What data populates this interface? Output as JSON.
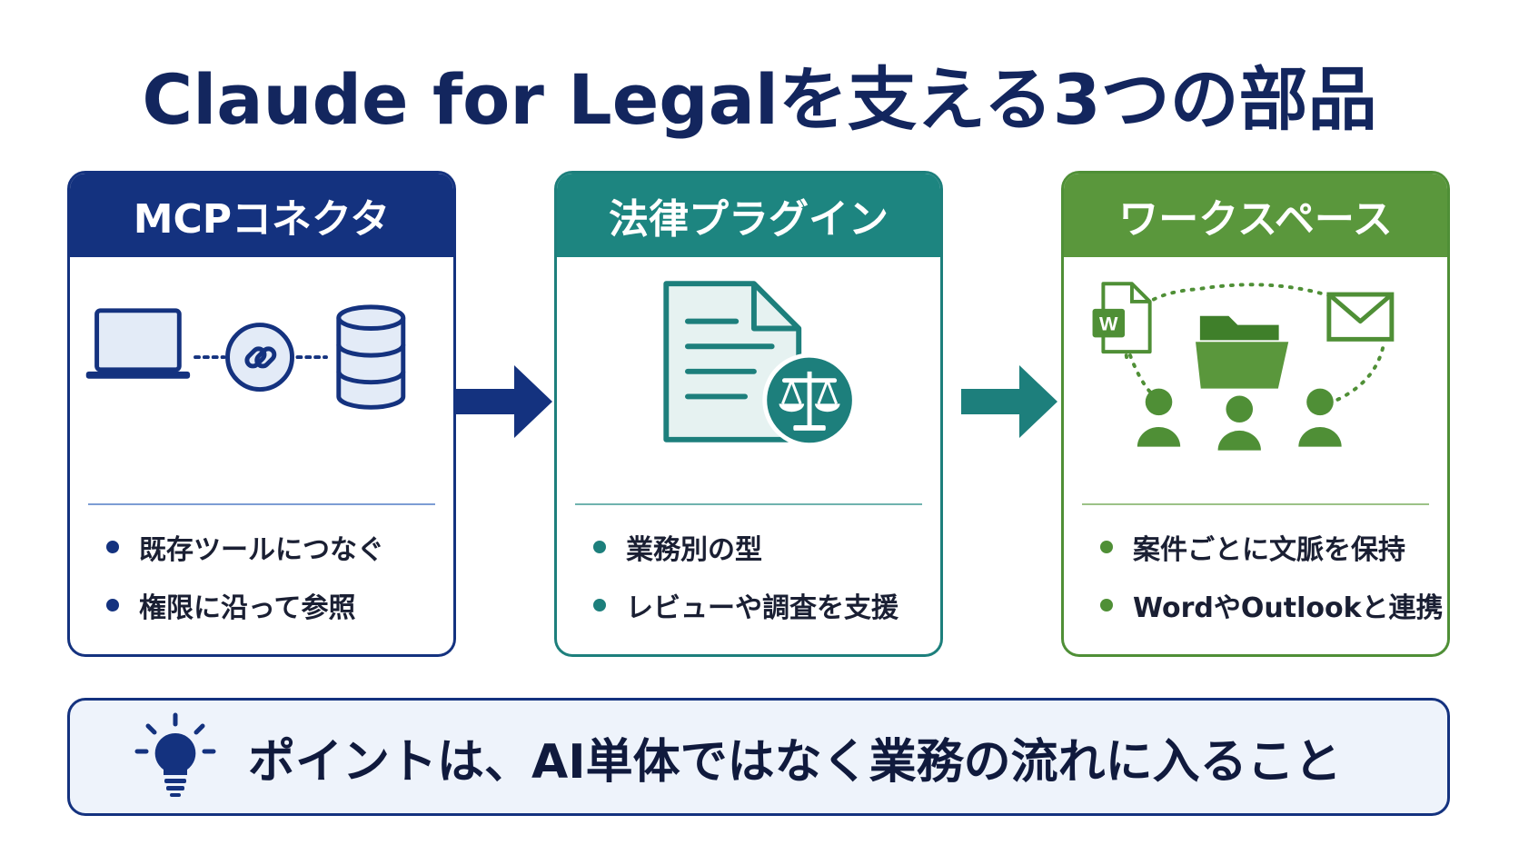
{
  "title": "Claude for Legalを支える3つの部品",
  "colors": {
    "mcp": "#14327f",
    "legal": "#1d8580",
    "workspace": "#5a973c",
    "title": "#13265e"
  },
  "cards": [
    {
      "heading": "MCPコネクタ",
      "icons": [
        "laptop-icon",
        "link-icon",
        "database-icon"
      ],
      "points": [
        "既存ツールにつなぐ",
        "権限に沿って参照"
      ]
    },
    {
      "heading": "法律プラグイン",
      "icons": [
        "document-icon",
        "scales-of-justice-icon"
      ],
      "points": [
        "業務別の型",
        "レビューや調査を支援"
      ]
    },
    {
      "heading": "ワークスペース",
      "icons": [
        "word-document-icon",
        "folder-icon",
        "mail-icon",
        "people-icon"
      ],
      "points": [
        "案件ごとに文脈を保持",
        "WordやOutlookと連携"
      ]
    }
  ],
  "point": {
    "icon": "lightbulb-icon",
    "text": "ポイントは、AI単体ではなく業務の流れに入ること"
  }
}
